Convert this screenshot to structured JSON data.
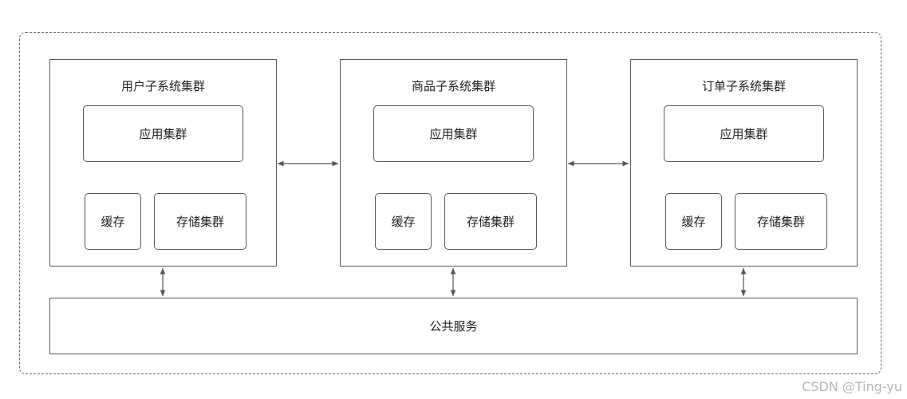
{
  "subsystems": [
    {
      "title": "用户子系统集群",
      "app": "应用集群",
      "cache": "缓存",
      "storage": "存储集群"
    },
    {
      "title": "商品子系统集群",
      "app": "应用集群",
      "cache": "缓存",
      "storage": "存储集群"
    },
    {
      "title": "订单子系统集群",
      "app": "应用集群",
      "cache": "缓存",
      "storage": "存储集群"
    }
  ],
  "common_service": "公共服务",
  "watermark": "CSDN @Ting-yu",
  "colors": {
    "border": "#555a66",
    "arrow": "#555555",
    "dashed": "#666666",
    "watermark": "#b8b8b8"
  }
}
